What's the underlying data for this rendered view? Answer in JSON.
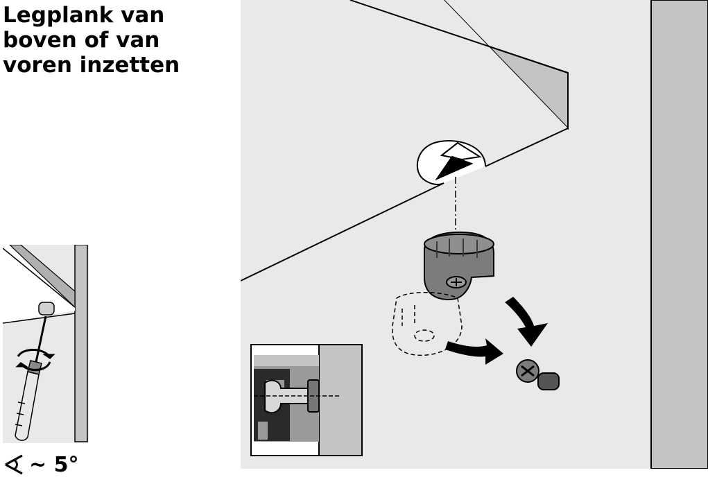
{
  "instruction": {
    "title_lines": [
      "Legplank van",
      "boven of van",
      "voren inzetten"
    ]
  },
  "angle_note": {
    "icon": "angle-icon",
    "text": "~ 5°"
  },
  "colors": {
    "panel_grey": "#e9e9e9",
    "side_panel_grey": "#c4c4c4",
    "connector_grey": "#7c7c7c",
    "inset_dark": "#2a2a2a",
    "inset_mid": "#9a9a9a"
  }
}
